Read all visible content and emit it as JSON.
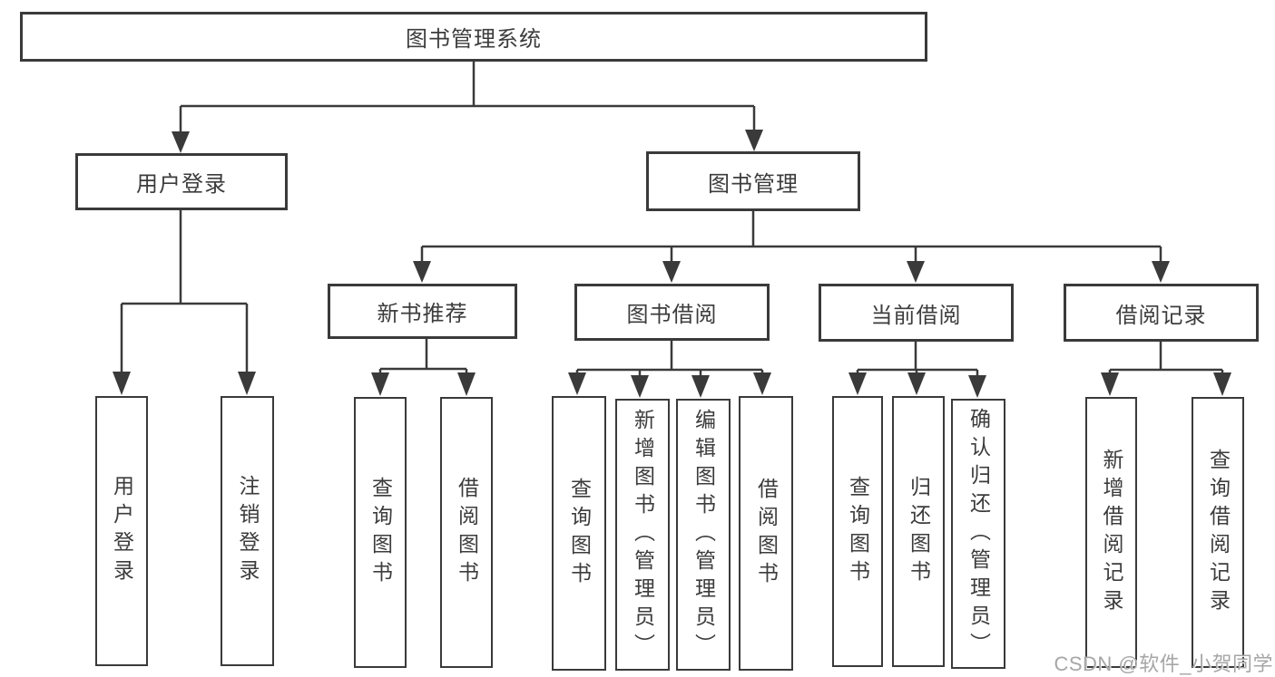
{
  "colors": {
    "line": "#3a3a3a",
    "border": "#3a3a3a",
    "text": "#3c3c3c",
    "watermark": "#a6a6a6",
    "background": "#ffffff",
    "boxfill": "#ffffff"
  },
  "watermark": "CSDN @软件_小贺同学",
  "tree": {
    "root": "图书管理系统",
    "branches": [
      {
        "label": "用户登录",
        "leaves": [
          "用户登录",
          "注销登录"
        ]
      },
      {
        "label": "图书管理",
        "sections": [
          {
            "label": "新书推荐",
            "leaves": [
              "查询图书",
              "借阅图书"
            ]
          },
          {
            "label": "图书借阅",
            "leaves": [
              "查询图书",
              "新增图书（管理员）",
              "编辑图书（管理员）",
              "借阅图书"
            ]
          },
          {
            "label": "当前借阅",
            "leaves": [
              "查询图书",
              "归还图书",
              "确认归还（管理员）"
            ]
          },
          {
            "label": "借阅记录",
            "leaves": [
              "新增借阅记录",
              "查询借阅记录"
            ]
          }
        ]
      }
    ]
  }
}
